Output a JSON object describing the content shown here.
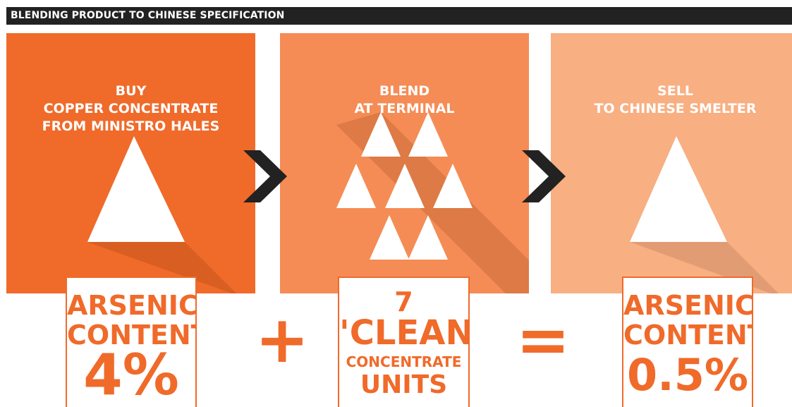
{
  "title": "BLENDING PRODUCT TO CHINESE SPECIFICATION",
  "colors": {
    "title_bar": "#222222",
    "step1": "#f06a2a",
    "step1_shadow": "#d85e22",
    "step2": "#f58c55",
    "step2_shadow": "#dd7a46",
    "step3": "#f8af82",
    "step3_shadow": "#e29c74",
    "accent": "#f06a2a"
  },
  "steps": [
    {
      "line1": "BUY",
      "line2": "COPPER CONCENTRATE",
      "line3": "FROM MINISTRO HALES",
      "icon": "single-triangle-icon"
    },
    {
      "line1": "BLEND",
      "line2": "AT TERMINAL",
      "line3": "",
      "icon": "triangle-cluster-icon"
    },
    {
      "line1": "SELL",
      "line2": "TO CHINESE SMELTER",
      "line3": "",
      "icon": "single-triangle-icon"
    }
  ],
  "arrows": [
    "chevron-right-icon",
    "chevron-right-icon"
  ],
  "equation": {
    "left": {
      "l1": "ARSENIC",
      "l2": "CONTENT",
      "l3": "4%"
    },
    "op1": "+",
    "middle": {
      "l1": "7",
      "l2": "'CLEAN'",
      "l3": "CONCENTRATE",
      "l4": "UNITS"
    },
    "op2": "=",
    "right": {
      "l1": "ARSENIC",
      "l2": "CONTENT",
      "l3": "0.5%"
    }
  }
}
